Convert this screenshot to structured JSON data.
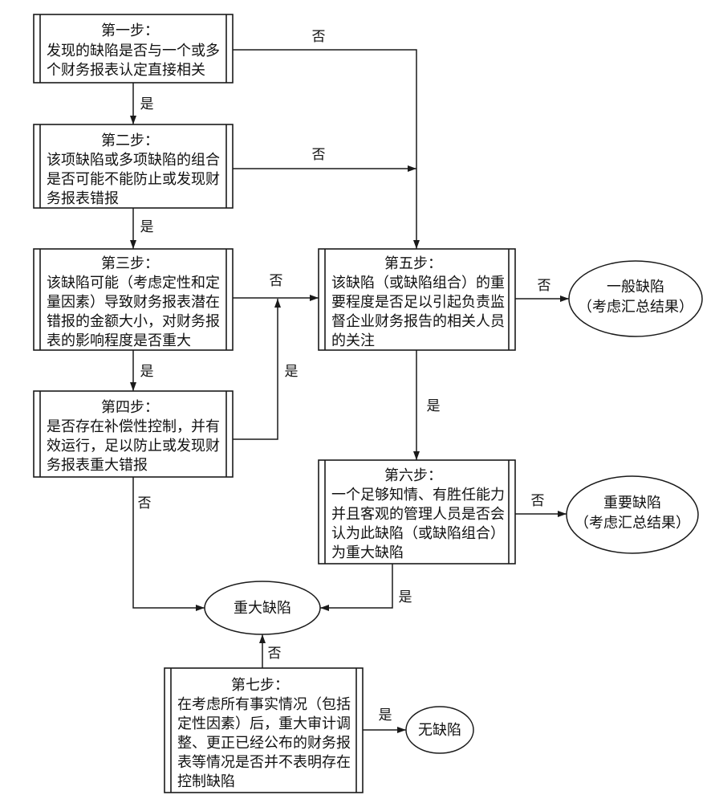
{
  "steps": {
    "step1": {
      "title": "第一步：",
      "lines": [
        "发现的缺陷是否与一个或多",
        "个财务报表认定直接相关"
      ]
    },
    "step2": {
      "title": "第二步：",
      "lines": [
        "该项缺陷或多项缺陷的组合",
        "是否可能不能防止或发现财",
        "务报表错报"
      ]
    },
    "step3": {
      "title": "第三步：",
      "lines": [
        "该缺陷可能（考虑定性和定",
        "量因素）导致财务报表潜在",
        "错报的金额大小，对财务报",
        "表的影响程度是否重大"
      ]
    },
    "step4": {
      "title": "第四步：",
      "lines": [
        "是否存在补偿性控制，并有",
        "效运行，足以防止或发现财",
        "务报表重大错报"
      ]
    },
    "step5": {
      "title": "第五步：",
      "lines": [
        "该缺陷（或缺陷组合）的重",
        "要程度是否足以引起负责监",
        "督企业财务报告的相关人员",
        "的关注"
      ]
    },
    "step6": {
      "title": "第六步：",
      "lines": [
        "一个足够知情、有胜任能力",
        "并且客观的管理人员是否会",
        "认为此缺陷（或缺陷组合）",
        "为重大缺陷"
      ]
    },
    "step7": {
      "title": "第七步：",
      "lines": [
        "在考虑所有事实情况（包括",
        "定性因素）后，重大审计调",
        "整、更正已经公布的财务报",
        "表等情况是否并不表明存在",
        "控制缺陷"
      ]
    }
  },
  "outcomes": {
    "general_deficiency": {
      "label": "一般缺陷",
      "note": "（考虑汇总结果）"
    },
    "significant_deficiency": {
      "label": "重要缺陷",
      "note": "（考虑汇总结果）"
    },
    "material_weakness": {
      "label": "重大缺陷"
    },
    "no_deficiency": {
      "label": "无缺陷"
    }
  },
  "edges": {
    "step1_yes": "是",
    "step1_no": "否",
    "step2_no": "否",
    "step2_yes": "是",
    "step3_no": "否",
    "step3_yes": "是",
    "step4_yes": "是",
    "step4_no": "否",
    "step5_no": "否",
    "step5_yes": "是",
    "step6_no": "否",
    "step6_yes": "是",
    "step7_no": "否",
    "step7_yes": "是"
  }
}
